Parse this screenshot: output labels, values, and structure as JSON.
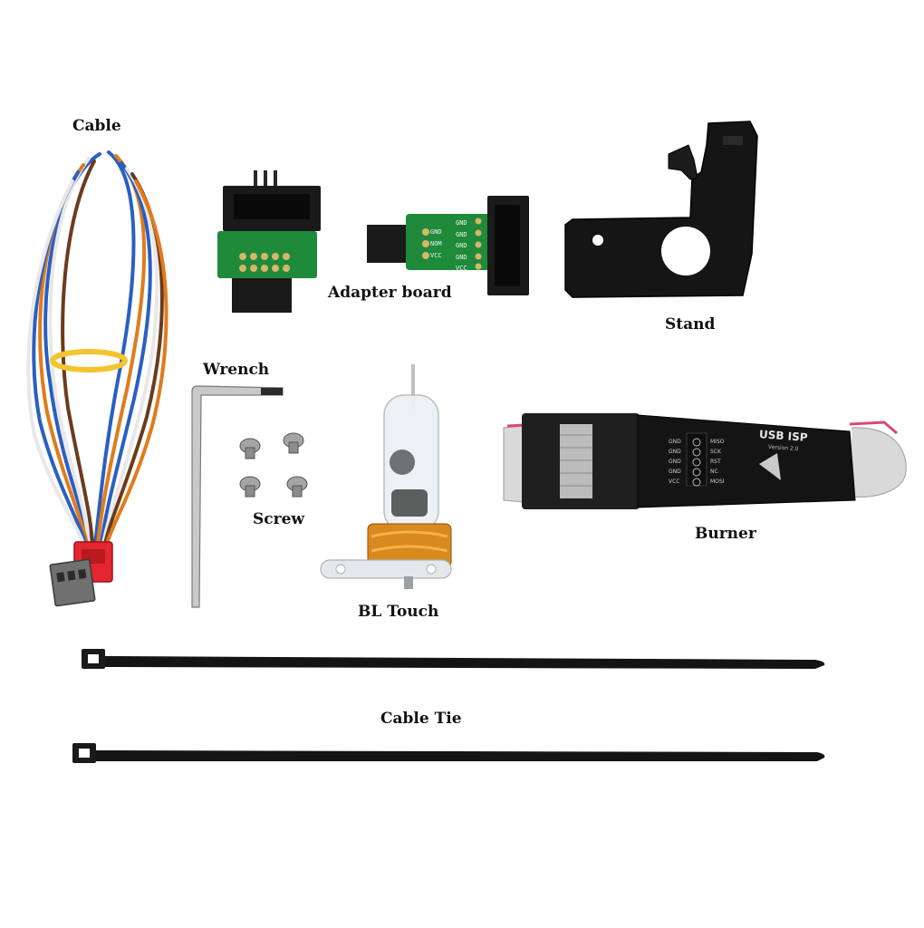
{
  "labels": {
    "cable": "Cable",
    "adapter_board": "Adapter board",
    "stand": "Stand",
    "wrench": "Wrench",
    "screw": "Screw",
    "bl_touch": "BL Touch",
    "burner": "Burner",
    "cable_tie": "Cable Tie"
  },
  "adapter_pins": [
    "GND",
    "GND",
    "GND",
    "GND",
    "VCC"
  ],
  "adapter_pins_left": [
    "GND",
    "NOM",
    "VCC"
  ],
  "burner_text": {
    "brand": "USB ISP",
    "version": "Version 2.0",
    "pins_left": [
      "MISO",
      "SCK",
      "RST",
      "NC",
      "MOSI"
    ],
    "pins_right": [
      "GND",
      "GND",
      "GND",
      "GND",
      "VCC"
    ]
  },
  "colors": {
    "background": "#ffffff",
    "label": "#111111",
    "pcb_green": "#1e8a3a",
    "copper": "#c8761c",
    "ribbon": "#d9d9d9",
    "red_wire": "#d9477a",
    "plastic_black": "#151515"
  }
}
